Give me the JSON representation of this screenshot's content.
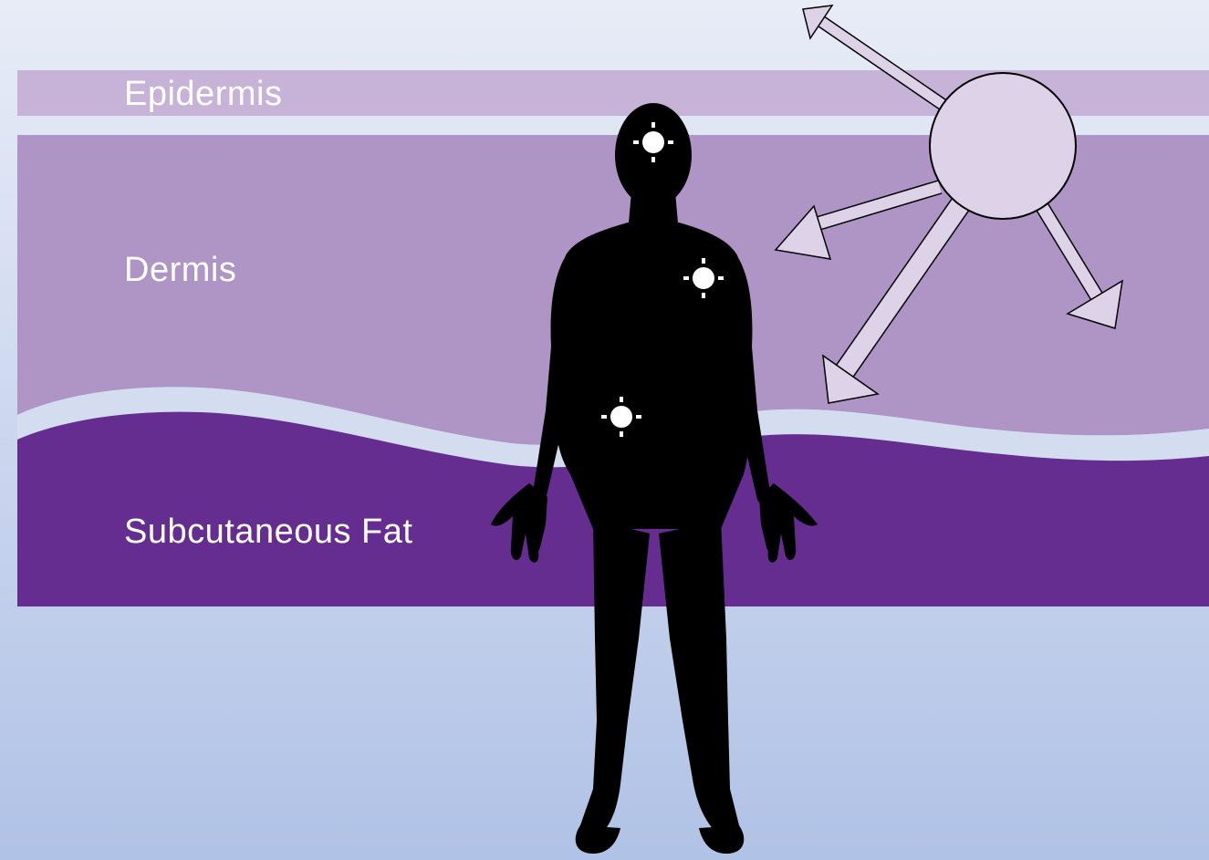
{
  "layers": {
    "epidermis": {
      "label": "Epidermis",
      "color": "#c7b3d8"
    },
    "dermis": {
      "label": "Dermis",
      "color": "#af94c6"
    },
    "subcutaneous_fat": {
      "label": "Subcutaneous Fat",
      "color": "#662d91"
    }
  },
  "background": {
    "top_color": "#e6ebf7",
    "bottom_color": "#b1c3e6"
  },
  "figure": {
    "fill": "#000000",
    "marker_count": 3,
    "marker_icon": "sun-crosshair-icon"
  },
  "radiation_source": {
    "icon": "circle-with-outward-arrows",
    "arrow_count": 4,
    "fill": "#ddd2e8"
  }
}
